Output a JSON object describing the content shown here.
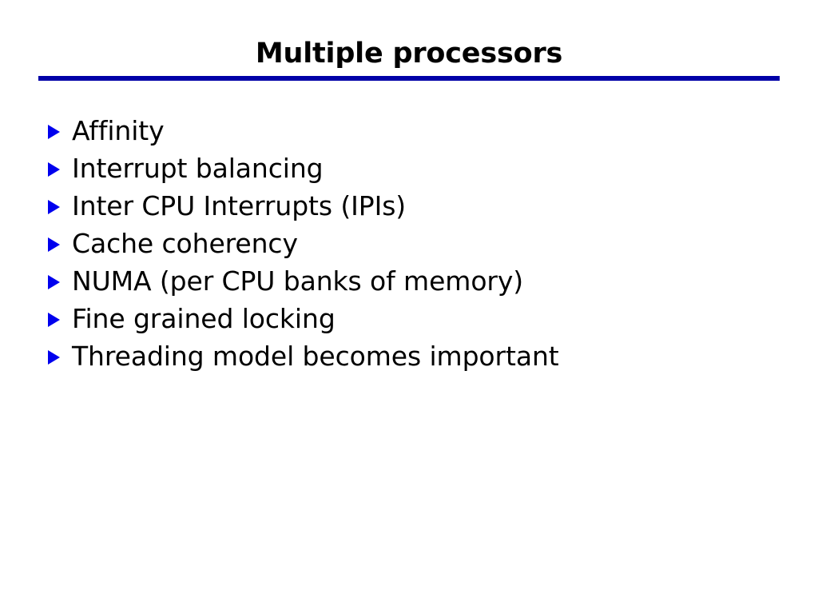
{
  "slide": {
    "title": "Multiple processors",
    "accent_color": "#0000a8",
    "bullet_color": "#0000ee",
    "background_color": "#ffffff",
    "text_color": "#000000",
    "bullets": [
      {
        "marker": "triangle-right-bullet",
        "text": "Affinity"
      },
      {
        "marker": "triangle-right-bullet",
        "text": "Interrupt balancing"
      },
      {
        "marker": "triangle-right-bullet",
        "text": "Inter CPU Interrupts (IPIs)"
      },
      {
        "marker": "triangle-right-bullet",
        "text": "Cache coherency"
      },
      {
        "marker": "triangle-right-bullet",
        "text": "NUMA (per CPU banks of memory)"
      },
      {
        "marker": "triangle-right-bullet",
        "text": "Fine grained locking"
      },
      {
        "marker": "triangle-right-bullet",
        "text": "Threading model becomes important"
      }
    ]
  }
}
